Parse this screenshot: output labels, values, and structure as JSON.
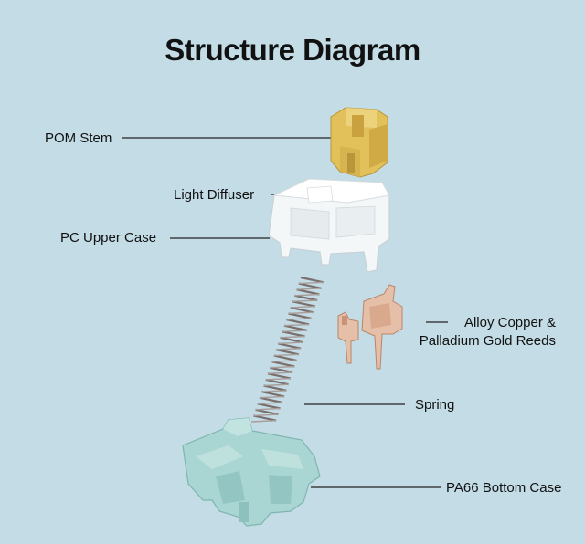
{
  "title": "Structure Diagram",
  "labels": {
    "pom_stem": "POM Stem",
    "light_diffuser": "Light Diffuser",
    "pc_upper_case": "PC Upper Case",
    "reeds_line1": "Alloy Copper &",
    "reeds_line2": "Palladium Gold Reeds",
    "spring": "Spring",
    "bottom_case": "PA66 Bottom Case"
  },
  "colors": {
    "background": "#c3dce6",
    "stem": "#e2c15a",
    "upper_case": "#f4f7f8",
    "reeds": "#e6bfa8",
    "bottom_case": "#a9d6d3",
    "spring": "#7a6f6c"
  }
}
